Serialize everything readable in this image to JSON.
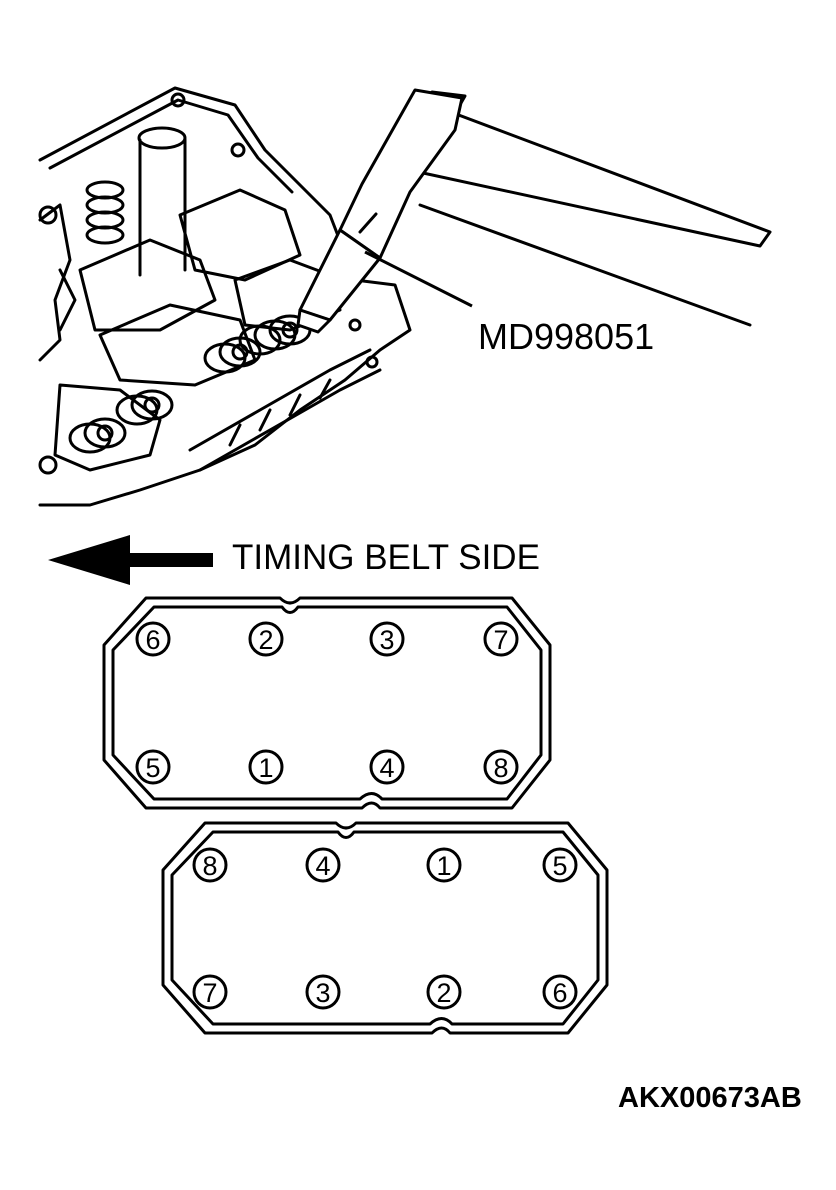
{
  "tool_label": "MD998051",
  "timing_belt_label": "TIMING BELT SIDE",
  "figure_code": "AKX00673AB",
  "colors": {
    "ink": "#000000",
    "paper": "#ffffff"
  },
  "upper_cover": {
    "top_row": [
      "6",
      "2",
      "3",
      "7"
    ],
    "bottom_row": [
      "5",
      "1",
      "4",
      "8"
    ]
  },
  "lower_cover": {
    "top_row": [
      "8",
      "4",
      "1",
      "5"
    ],
    "bottom_row": [
      "7",
      "3",
      "2",
      "6"
    ]
  }
}
